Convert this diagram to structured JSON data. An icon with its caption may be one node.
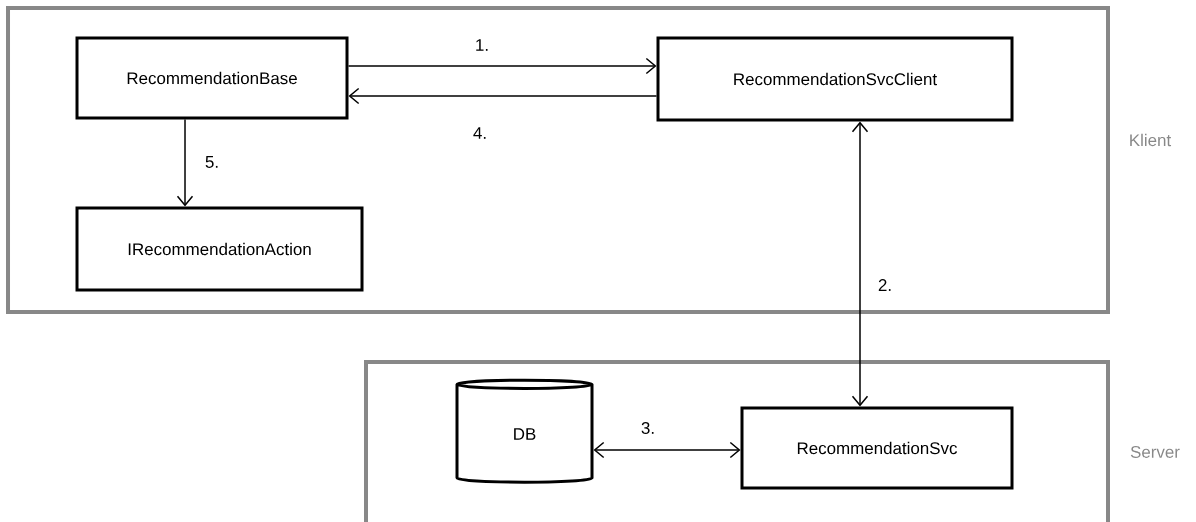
{
  "diagram": {
    "nodes": [
      {
        "text": [
          "Klient"
        ]
      },
      {
        "text": [
          "RecommendationBase"
        ],
        "in": 0
      },
      {
        "text": [
          "RecommendationSvcClient"
        ],
        "in": 0
      },
      {
        "text": [
          "IRecommendationAction"
        ],
        "in": 0
      },
      {
        "text": [
          "Server"
        ]
      },
      {
        "text": [
          "DB"
        ],
        "in": 4
      },
      {
        "text": [
          "RecommendationSvc"
        ],
        "in": 4
      }
    ],
    "edges": [
      {
        "from": 1,
        "to": 2,
        "arrow": "to",
        "label": "1."
      },
      {
        "from": 2,
        "to": 1,
        "arrow": "to",
        "label": "4."
      },
      {
        "from": 1,
        "to": 3,
        "arrow": "to",
        "label": "5."
      },
      {
        "from": 2,
        "to": 6,
        "arrow": "both",
        "label": "2."
      },
      {
        "from": 5,
        "to": 6,
        "arrow": "both",
        "label": "3."
      }
    ]
  }
}
